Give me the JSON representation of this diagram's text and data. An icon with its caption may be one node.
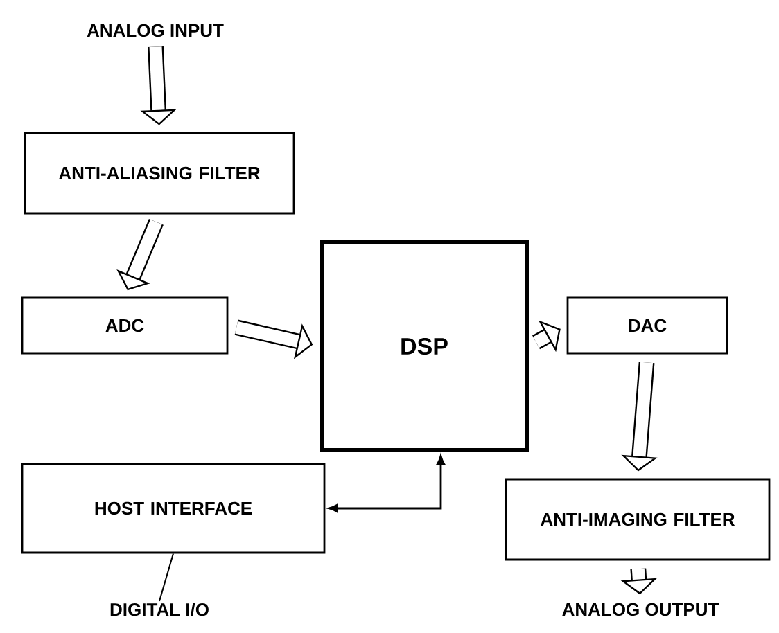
{
  "diagram": {
    "nodes": [
      {
        "text": [
          "ANALOG INPUT"
        ]
      },
      {
        "text": [
          "ANTI-ALIASING FILTER"
        ]
      },
      {
        "text": [
          "ADC"
        ]
      },
      {
        "text": [
          "DSP"
        ]
      },
      {
        "text": [
          "DAC"
        ]
      },
      {
        "text": [
          "HOST INTERFACE"
        ]
      },
      {
        "text": [
          "ANTI-IMAGING FILTER"
        ]
      },
      {
        "text": [
          "DIGITAL I/O"
        ]
      },
      {
        "text": [
          "ANALOG OUTPUT"
        ]
      }
    ],
    "edges": [
      {
        "from": 0,
        "to": 1,
        "arrow": "to"
      },
      {
        "from": 1,
        "to": 2,
        "arrow": "to"
      },
      {
        "from": 2,
        "to": 3,
        "arrow": "to"
      },
      {
        "from": 3,
        "to": 4,
        "arrow": "to"
      },
      {
        "from": 4,
        "to": 6,
        "arrow": "to"
      },
      {
        "from": 6,
        "to": 8,
        "arrow": "to"
      },
      {
        "from": 3,
        "to": 5,
        "arrow": "both"
      },
      {
        "from": 5,
        "to": 7,
        "arrow": "none"
      }
    ]
  }
}
